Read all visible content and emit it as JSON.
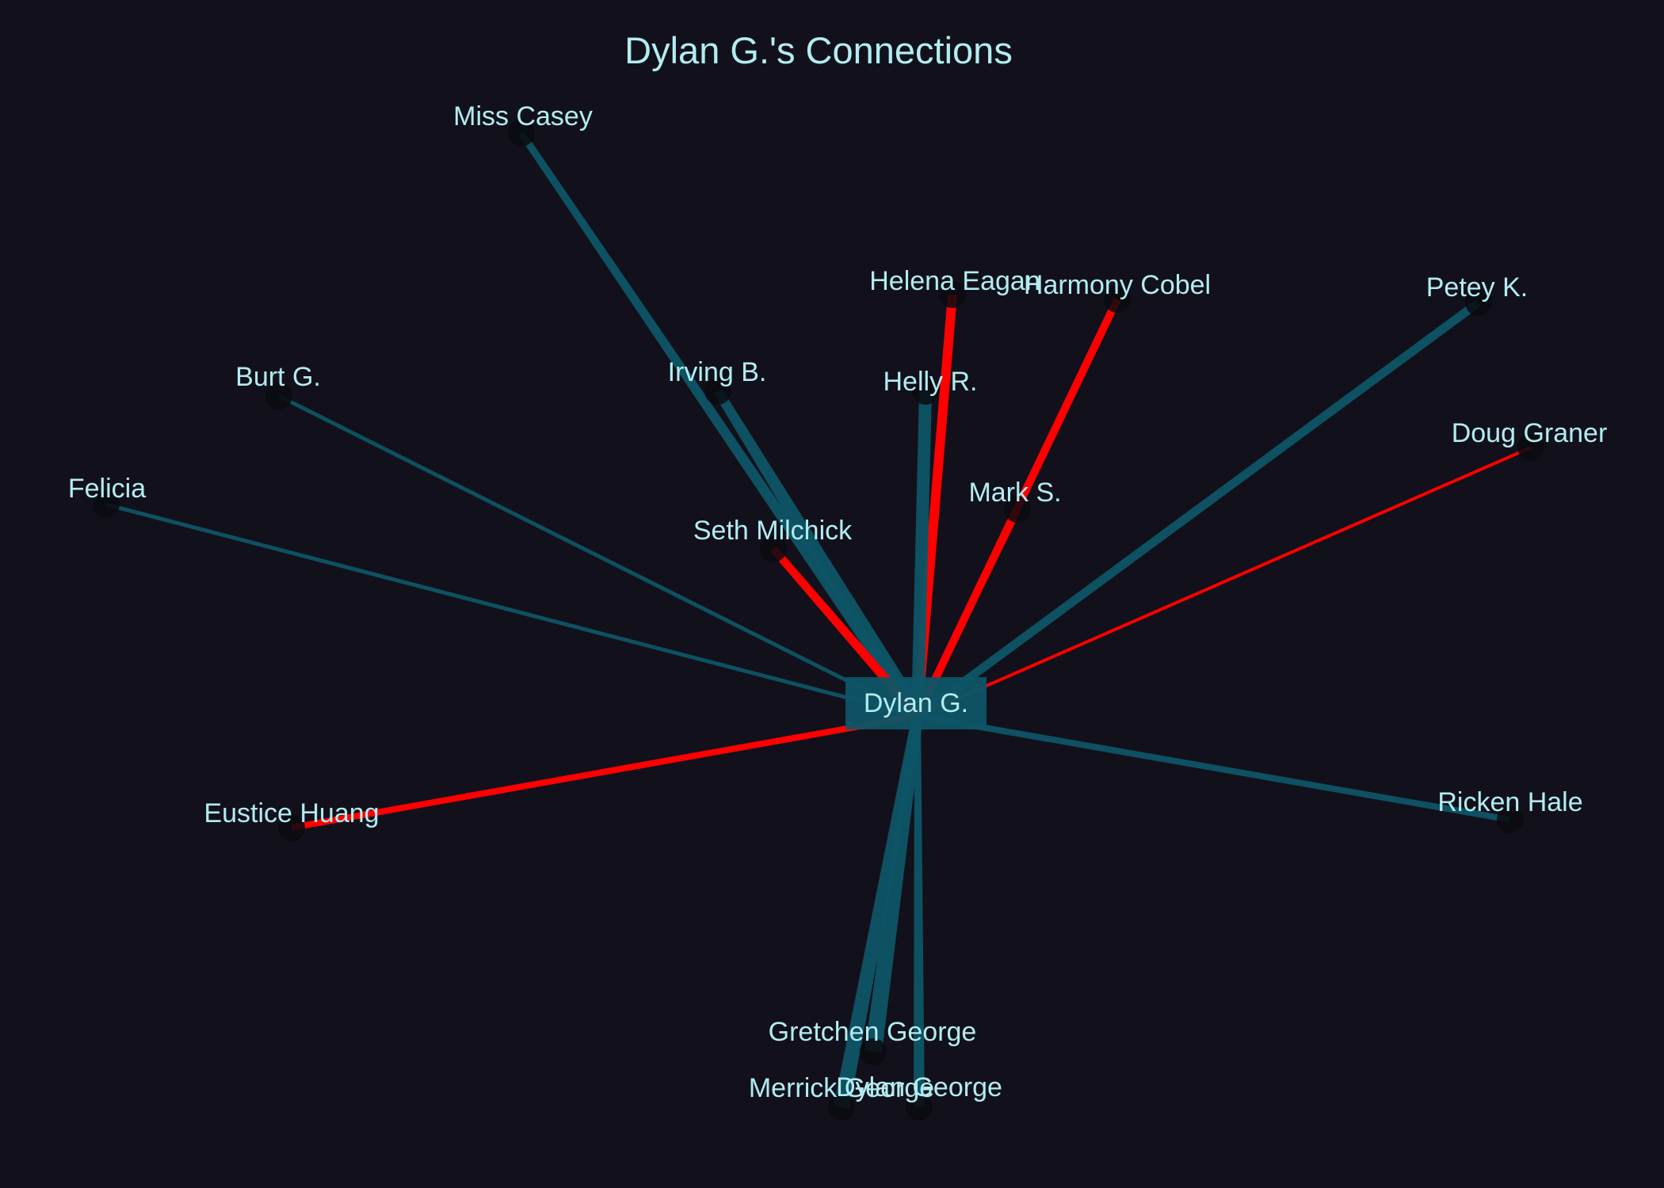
{
  "title": "Dylan G.'s Connections",
  "colors": {
    "background": "#12111b",
    "text": "#b2ecf1",
    "positive_edge": "#0e5566",
    "negative_edge": "#ff0000",
    "node": "#0b0a10",
    "center_box": "#0e5566"
  },
  "center": {
    "name": "Dylan G."
  },
  "connections": [
    {
      "name": "Miss Casey",
      "relation": "positive"
    },
    {
      "name": "Irving B.",
      "relation": "positive"
    },
    {
      "name": "Burt G.",
      "relation": "positive"
    },
    {
      "name": "Felicia",
      "relation": "positive"
    },
    {
      "name": "Helena Eagan",
      "relation": "negative"
    },
    {
      "name": "Harmony Cobel",
      "relation": "negative"
    },
    {
      "name": "Helly R.",
      "relation": "positive"
    },
    {
      "name": "Petey K.",
      "relation": "positive"
    },
    {
      "name": "Doug Graner",
      "relation": "negative"
    },
    {
      "name": "Mark S.",
      "relation": "negative"
    },
    {
      "name": "Seth Milchick",
      "relation": "negative"
    },
    {
      "name": "Eustice Huang",
      "relation": "negative"
    },
    {
      "name": "Ricken Hale",
      "relation": "positive"
    },
    {
      "name": "Gretchen George",
      "relation": "positive"
    },
    {
      "name": "Dylan George",
      "relation": "positive"
    },
    {
      "name": "Merrick George",
      "relation": "positive"
    }
  ]
}
